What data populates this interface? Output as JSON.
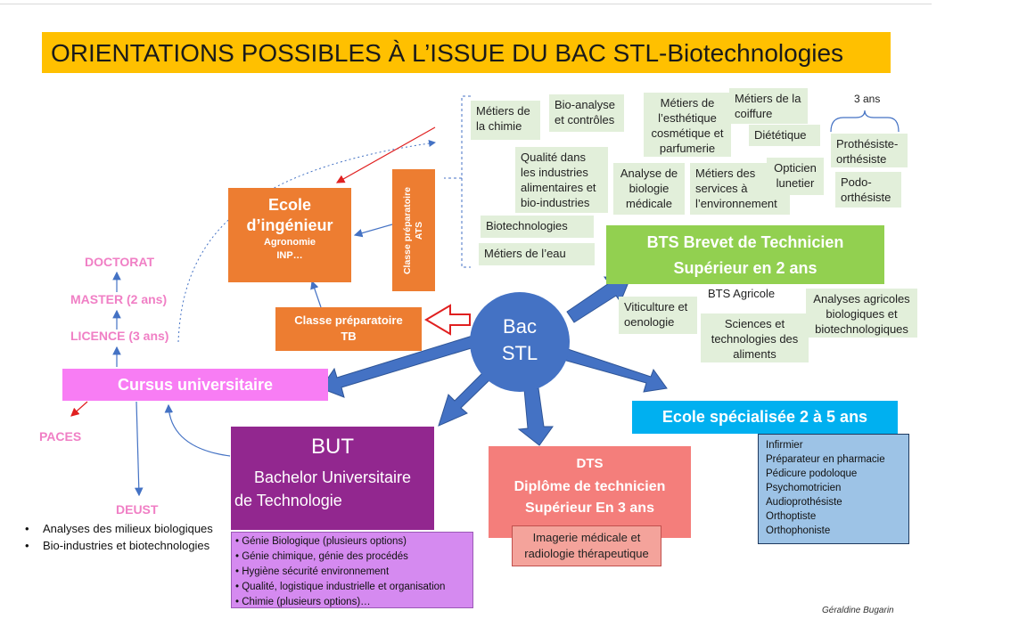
{
  "title": "ORIENTATIONS POSSIBLES À L’ISSUE DU BAC STL-Biotechnologies",
  "center": {
    "line1": "Bac",
    "line2": "STL"
  },
  "ecole_ingenieur": {
    "line1": "Ecole",
    "line2": "d’ingénieur",
    "sub1": "Agronomie",
    "sub2": "INP…"
  },
  "classe_ats": {
    "line1": "Classe préparatoire",
    "line2": "ATS"
  },
  "classe_tb": {
    "line1": "Classe préparatoire",
    "line2": "TB"
  },
  "metiers": {
    "chimie": [
      "Métiers de",
      "la chimie"
    ],
    "bioanalyse": [
      "Bio-analyse",
      "et contrôles"
    ],
    "esthetique": [
      "Métiers de",
      "l’esthétique",
      "cosmétique et",
      "parfumerie"
    ],
    "coiffure": [
      "Métiers de la",
      "coiffure"
    ],
    "dietetique": "Diététique",
    "trois_ans": "3 ans",
    "prothesiste": [
      "Prothésiste-",
      "orthésiste"
    ],
    "qualite": [
      "Qualité dans",
      "les industries",
      "alimentaires et",
      "bio-industries"
    ],
    "analyse_bio": [
      "Analyse de",
      "biologie",
      "médicale"
    ],
    "services_env": [
      "Métiers des",
      "services à",
      "l’environnement"
    ],
    "opticien": [
      "Opticien",
      "lunetier"
    ],
    "podo": [
      "Podo-",
      "orthésiste"
    ],
    "biotech": "Biotechnologies",
    "eau": "Métiers de l’eau"
  },
  "bts": {
    "line1": "BTS Brevet de Technicien",
    "line2": "Supérieur en 2 ans",
    "viticulture": [
      "Viticulture et",
      "oenologie"
    ],
    "agricole": "BTS Agricole",
    "sciences": [
      "Sciences et",
      "technologies des",
      "aliments"
    ],
    "analyses_agricoles": [
      "Analyses agricoles",
      "biologiques et",
      "biotechnologiques"
    ]
  },
  "university": {
    "doctorat": "DOCTORAT",
    "master": "MASTER (2 ans)",
    "licence": "LICENCE (3 ans)",
    "cursus": "Cursus universitaire",
    "paces": "PACES",
    "deust": "DEUST",
    "deust_items": [
      "Analyses des milieux biologiques",
      "Bio-industries et biotechnologies"
    ]
  },
  "but": {
    "line1": "BUT",
    "line2": "Bachelor Universitaire",
    "line3": "de Technologie",
    "items": [
      "• Génie Biologique (plusieurs options)",
      "• Génie chimique, génie des procédés",
      "• Hygiène sécurité environnement",
      "• Qualité, logistique industrielle et organisation",
      "• Chimie (plusieurs options)…"
    ]
  },
  "dts": {
    "line1": "DTS",
    "line2": "Diplôme de technicien",
    "line3": "Supérieur En 3 ans",
    "sub": [
      "Imagerie médicale et",
      "radiologie thérapeutique"
    ]
  },
  "ecole_specialisee": {
    "label": "Ecole spécialisée 2 à 5 ans",
    "items": [
      "Infirmier",
      "Préparateur en pharmacie",
      "Pédicure podoloque",
      "Psychomotricien",
      "Audioprothésiste",
      "Orthoptiste",
      "Orthophoniste"
    ]
  },
  "author": "Géraldine Bugarin",
  "colors": {
    "title_bg": "#ffc000",
    "bac": "#4472c4",
    "orange": "#ed7d31",
    "bts": "#92d050",
    "cursus": "#f87df4",
    "but": "#92278f",
    "dts": "#f47e7b",
    "ecole_spec": "#00b0f0",
    "arrow": "#4472c4"
  }
}
